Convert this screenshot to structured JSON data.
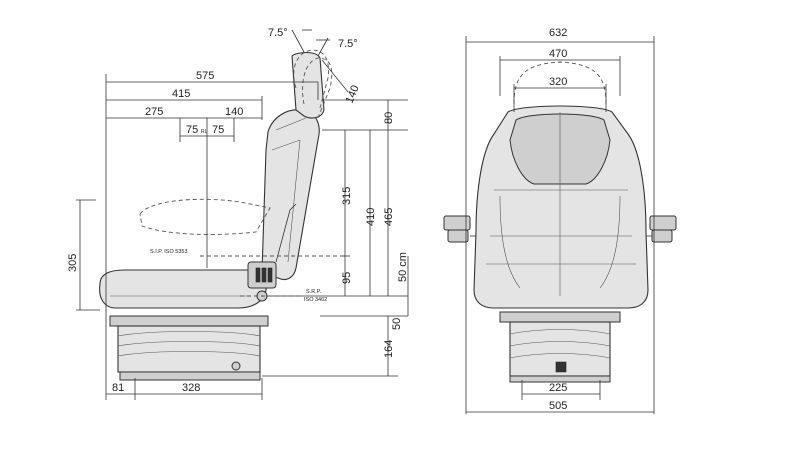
{
  "side_view": {
    "dims_top": [
      "7.5°",
      "7.5°",
      "575",
      "415",
      "275",
      "140",
      "75",
      "75",
      "140"
    ],
    "rl_label": "RL",
    "dims_right": [
      "80",
      "315",
      "410",
      "465",
      "95",
      "50 cm"
    ],
    "dims_left": [
      "305"
    ],
    "dims_bottom": [
      "81",
      "328",
      "50",
      "164"
    ],
    "label_slp": "S.I.P. ISO 5353",
    "label_srp": [
      "S.R.P.",
      "ISO 3462"
    ]
  },
  "front_view": {
    "dims": [
      "632",
      "470",
      "320",
      "225",
      "505"
    ]
  }
}
